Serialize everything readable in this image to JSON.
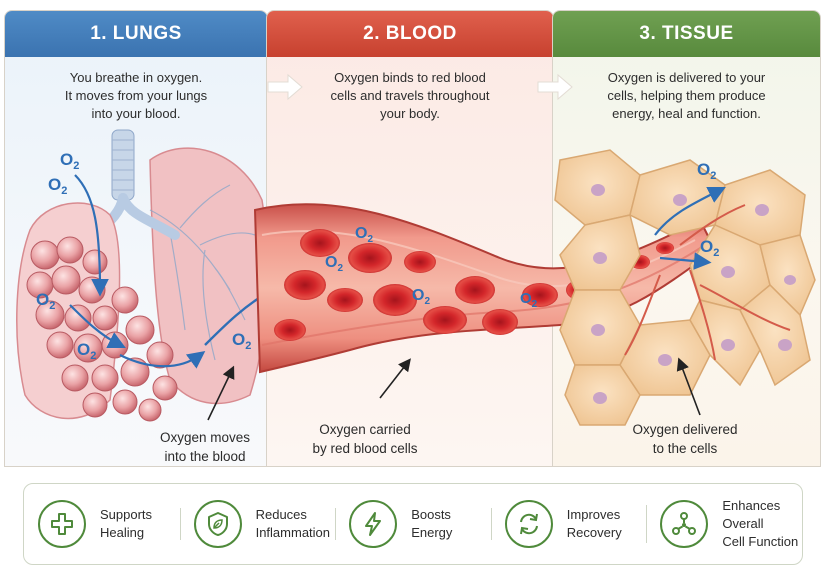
{
  "panels": [
    {
      "title": "1. LUNGS",
      "description": "You breathe in oxygen.\nIt moves from your lungs\ninto your blood."
    },
    {
      "title": "2. BLOOD",
      "description": "Oxygen binds to red blood\ncells and travels throughout\nyour body."
    },
    {
      "title": "3. TISSUE",
      "description": "Oxygen is delivered to your\ncells, helping them produce\nenergy, heal and function."
    }
  ],
  "labels": {
    "o2": "O",
    "o2_sub": "2",
    "lungs_caption": "Oxygen moves\ninto the blood",
    "blood_caption": "Oxygen carried\nby red blood cells",
    "tissue_caption": "Oxygen delivered\nto the cells"
  },
  "benefits": [
    {
      "label": "Supports\nHealing",
      "icon": "plus-icon"
    },
    {
      "label": "Reduces\nInflammation",
      "icon": "shield-leaf-icon"
    },
    {
      "label": "Boosts\nEnergy",
      "icon": "lightning-icon"
    },
    {
      "label": "Improves\nRecovery",
      "icon": "cycle-arrows-icon"
    },
    {
      "label": "Enhances Overall\nCell Function",
      "icon": "cell-network-icon"
    }
  ],
  "colors": {
    "lungs_header": "#3b73b0",
    "blood_header": "#c7412f",
    "tissue_header": "#588a3d",
    "oxygen_arrow": "#2f6fb6",
    "icon_green": "#4f8a3b"
  }
}
